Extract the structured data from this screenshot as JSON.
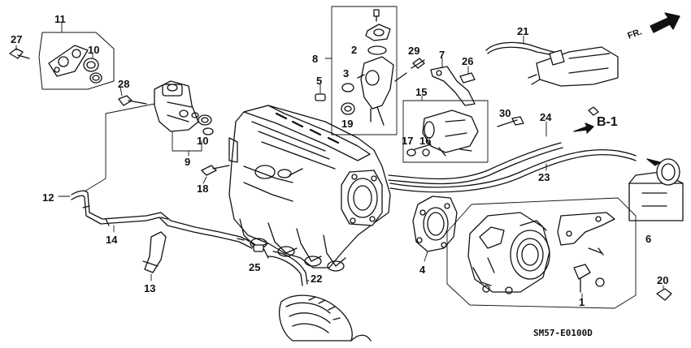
{
  "diagram": {
    "labels": {
      "p1": "1",
      "p2": "2",
      "p3": "3",
      "p4": "4",
      "p5": "5",
      "p6": "6",
      "p7": "7",
      "p8": "8",
      "p9": "9",
      "p10a": "10",
      "p10b": "10",
      "p11": "11",
      "p12": "12",
      "p13": "13",
      "p14": "14",
      "p15": "15",
      "p16": "16",
      "p17": "17",
      "p18": "18",
      "p19": "19",
      "p20": "20",
      "p21": "21",
      "p22": "22",
      "p23": "23",
      "p24": "24",
      "p25": "25",
      "p26": "26",
      "p27": "27",
      "p28": "28",
      "p29": "29",
      "p30": "30"
    },
    "ref_mark": "B-1",
    "front_mark": "FR.",
    "drawing_code": "SM57-E0100D"
  }
}
